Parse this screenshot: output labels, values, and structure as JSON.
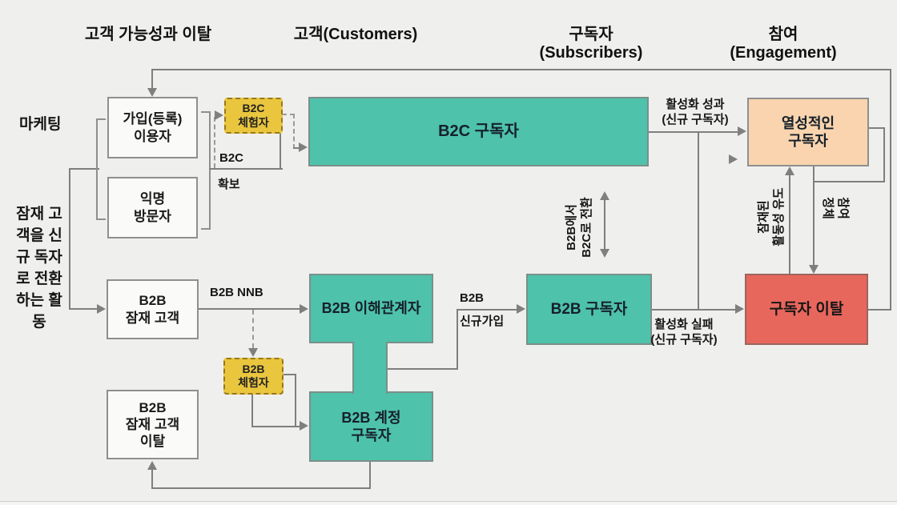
{
  "headers": {
    "funnel_left": "고객 가능성과 이탈",
    "customers": "고객(Customers)",
    "subscribers": "구독자(Subscribers)",
    "engagement": "참여(Engagement)"
  },
  "side": {
    "marketing": "마케팅",
    "note": "잠재 고\n객을 신\n규 독자\n로 전환\n하는 활\n동"
  },
  "nodes": {
    "signup_users": "가입(등록)\n이용자",
    "anonymous_visitors": "익명\n방문자",
    "b2c_trial": "B2C\n체험자",
    "b2c_subscribers": "B2C 구독자",
    "engaged_subscribers": "열성적인\n구독자",
    "b2b_prospects": "B2B\n잠재 고객",
    "b2b_stakeholders": "B2B 이해관계자",
    "b2b_subscribers": "B2B 구독자",
    "subscriber_churn": "구독자 이탈",
    "b2b_trial": "B2B\n체험자",
    "b2b_account_subscribers": "B2B 계정\n구독자",
    "b2b_prospect_churn": "B2B\n잠재 고객\n이탈"
  },
  "edges": {
    "b2c_acq_top": "B2C",
    "b2c_acq_bottom": "확보",
    "b2b_nnb": "B2B NNB",
    "b2b_signup_top": "B2B",
    "b2b_signup_bottom": "신규가입",
    "activation_success": "활성화 성과\n(신규 구독자)",
    "activation_failure": "활성화 실패\n(신규 구독자)",
    "b2b_to_b2c": "B2B에서\nB2C로 전환",
    "latent_activity": "잠재된\n활동성 유도",
    "engagement_stagnation": "참여\n정체"
  },
  "colors": {
    "teal": "#4ec2ab",
    "orange": "#f9d4ae",
    "red": "#e8675c",
    "yellow": "#e9c63e",
    "background": "#efefed",
    "line": "#7f7f7f"
  }
}
